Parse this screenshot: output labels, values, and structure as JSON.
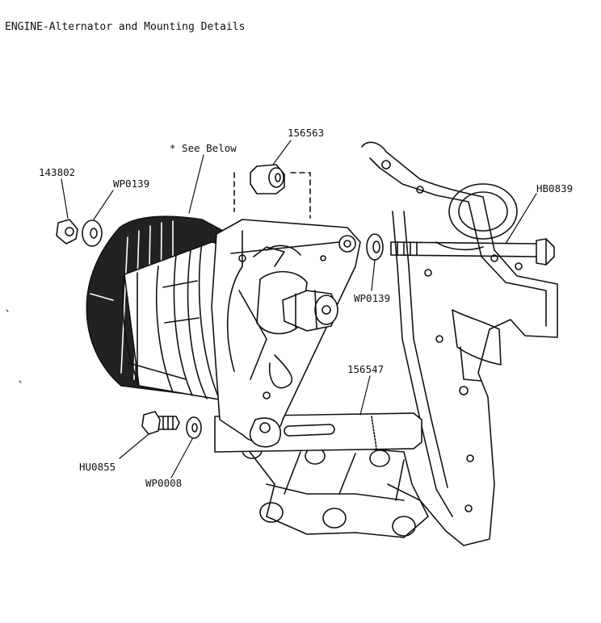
{
  "title": "ENGINE-Alternator and Mounting Details",
  "labels": {
    "p143802": "143802",
    "wp0139_top": "WP0139",
    "see_below": "* See Below",
    "p156563": "156563",
    "hb0839": "HB0839",
    "wp0139_mid": "WP0139",
    "p156547": "156547",
    "hu0855": "HU0855",
    "wp0008": "WP0008"
  },
  "colors": {
    "ink": "#111111",
    "paper": "#ffffff"
  }
}
